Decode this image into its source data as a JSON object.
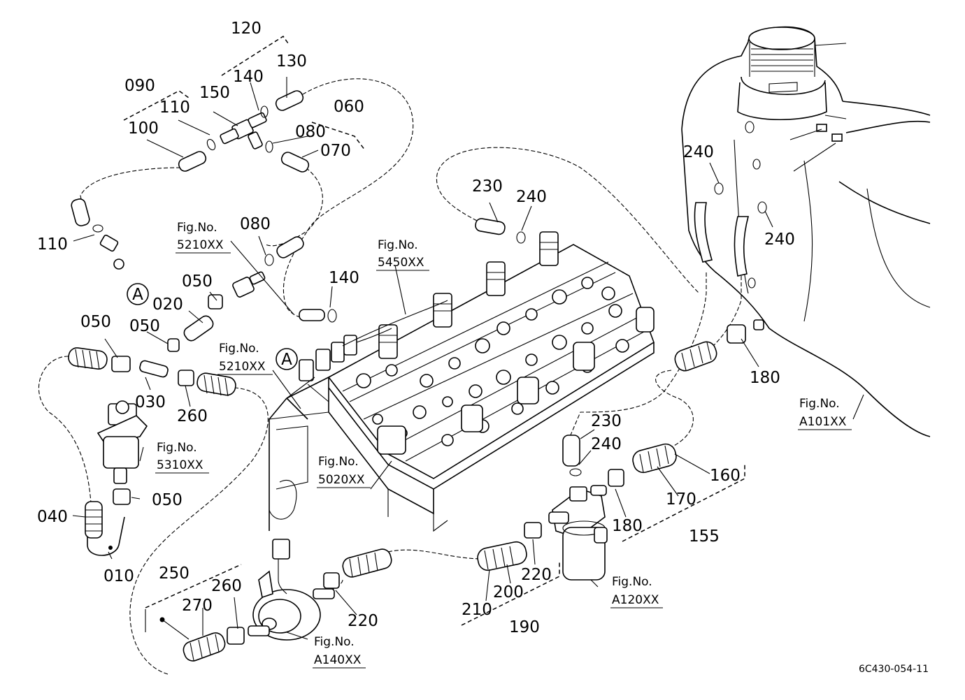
{
  "diagram": {
    "reference_code": "6C430-054-11",
    "callout_marker": "A",
    "part_labels": [
      "120",
      "130",
      "140",
      "150",
      "090",
      "110",
      "100",
      "060",
      "080",
      "070",
      "110",
      "080",
      "050",
      "020",
      "050",
      "050",
      "030",
      "260",
      "010",
      "040",
      "050",
      "140",
      "230",
      "240",
      "240",
      "240",
      "180",
      "230",
      "240",
      "160",
      "170",
      "180",
      "155",
      "220",
      "200",
      "210",
      "190",
      "250",
      "260",
      "270",
      "220"
    ],
    "figure_refs": [
      {
        "prefix": "Fig.No.",
        "code": "5210XX"
      },
      {
        "prefix": "Fig.No.",
        "code": "5450XX"
      },
      {
        "prefix": "Fig.No.",
        "code": "5210XX"
      },
      {
        "prefix": "Fig.No.",
        "code": "5310XX"
      },
      {
        "prefix": "Fig.No.",
        "code": "5020XX"
      },
      {
        "prefix": "Fig.No.",
        "code": "A101XX"
      },
      {
        "prefix": "Fig.No.",
        "code": "A120XX"
      },
      {
        "prefix": "Fig.No.",
        "code": "A140XX"
      }
    ]
  }
}
